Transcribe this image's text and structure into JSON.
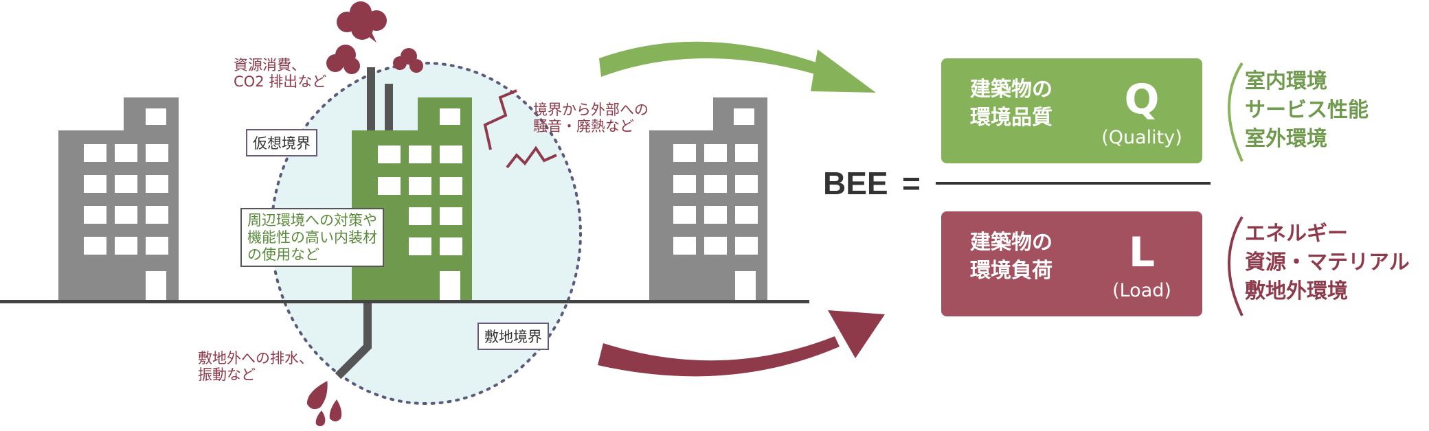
{
  "colors": {
    "building_gray": "#8a8a8a",
    "building_green": "#6f9a4e",
    "sphere_fill": "#e4f3f4",
    "quality_green": "#86b35a",
    "load_red": "#a3505f",
    "arrow_green": "#86b35a",
    "arrow_red": "#8e3a4b",
    "text_red": "#8e3a4b",
    "ground": "#444444"
  },
  "labels": {
    "resource_co2": "資源消費、\nCO2 排出など",
    "noise": "境界から外部への\n騒音・廃熱など",
    "drainage": "敷地外への排水、\n振動など",
    "virtual_boundary": "仮想境界",
    "site_boundary": "敷地境界",
    "measures": "周辺環境への対策や\n機能性の高い内装材\nの使用など"
  },
  "formula": {
    "bee": "BEE",
    "equals": "="
  },
  "quality": {
    "title": "建築物の\n環境品質",
    "letter": "Q",
    "sub": "(Quality)",
    "items": "室内環境\nサービス性能\n室外環境"
  },
  "load": {
    "title": "建築物の\n環境負荷",
    "letter": "L",
    "sub": "(Load)",
    "items": "エネルギー\n資源・マテリアル\n敷地外環境"
  }
}
